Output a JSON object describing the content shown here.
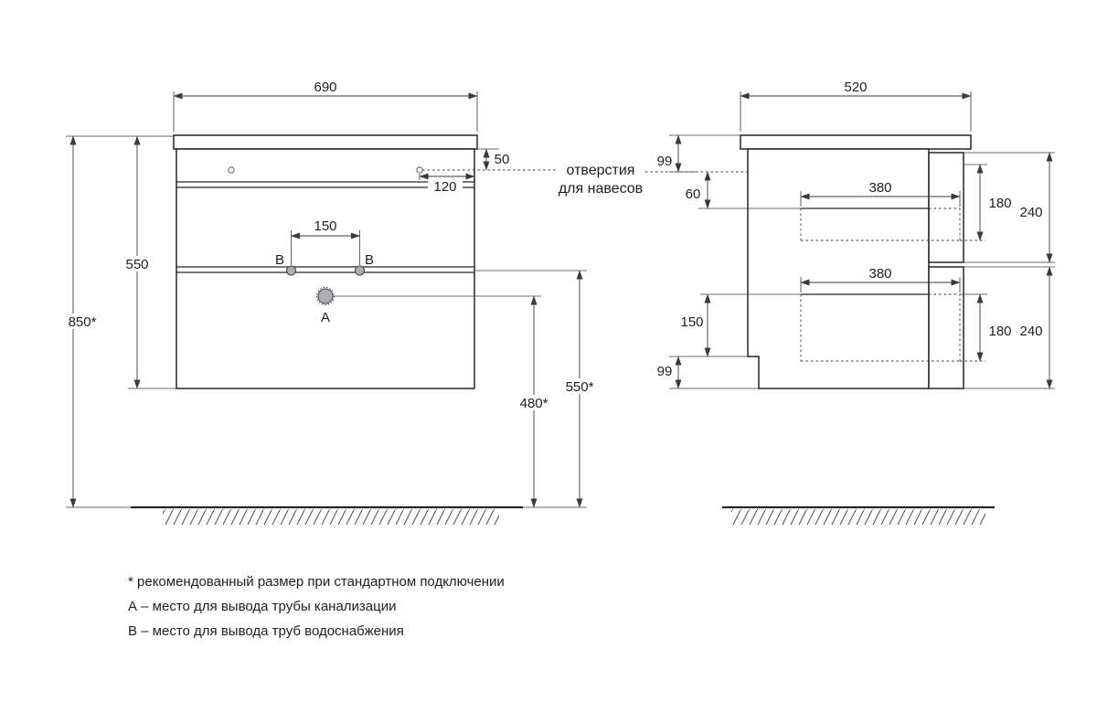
{
  "front": {
    "width": "690",
    "top_to_holes": "50",
    "hole_inset": "120",
    "cabinet_height": "550",
    "mount_height": "850*",
    "supply_spacing": "150",
    "drain_height": "480*",
    "supply_height": "550*",
    "marker_a": "A",
    "marker_b": "B"
  },
  "side": {
    "depth": "520",
    "hole_offset_top": "99",
    "hole_to_drawer": "60",
    "drawer_depth_upper": "380",
    "drawer_inner_upper": "180",
    "drawer_front_upper": "240",
    "drawer_depth_lower": "380",
    "drawer_inner_lower": "180",
    "drawer_front_lower": "240",
    "drawer_to_bottom": "150",
    "bottom_offset": "99"
  },
  "callout": {
    "line1": "отверстия",
    "line2": "для навесов"
  },
  "notes": {
    "asterisk": "* рекомендованный размер при стандартном подключении",
    "a": "А – место для вывода трубы канализации",
    "b": "B – место для вывода труб водоснабжения"
  }
}
